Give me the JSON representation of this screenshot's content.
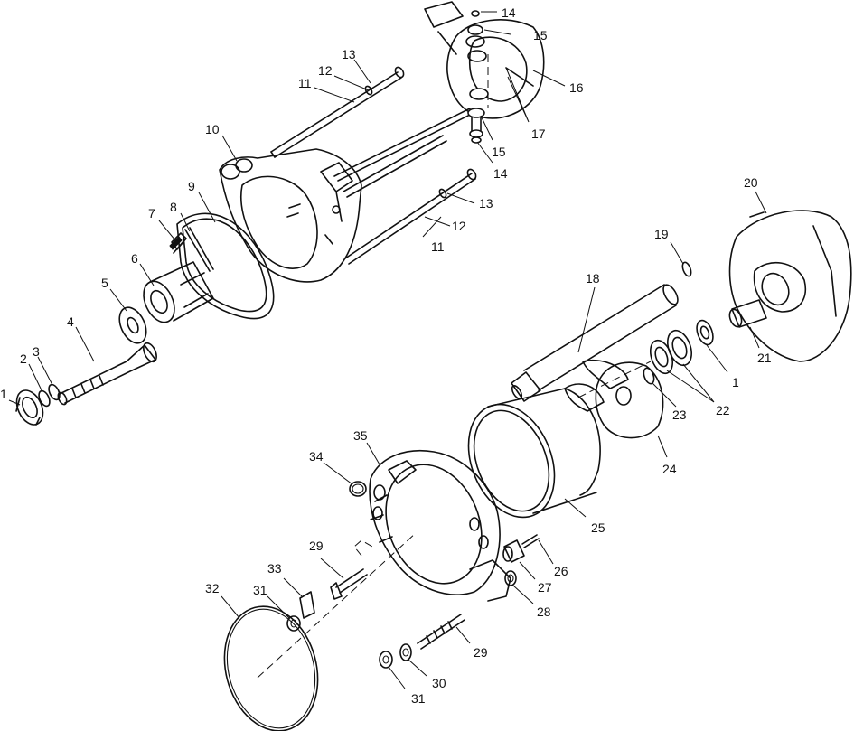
{
  "callouts": [
    {
      "id": "c1a",
      "label": "1"
    },
    {
      "id": "c2",
      "label": "2"
    },
    {
      "id": "c3",
      "label": "3"
    },
    {
      "id": "c4",
      "label": "4"
    },
    {
      "id": "c5",
      "label": "5"
    },
    {
      "id": "c6",
      "label": "6"
    },
    {
      "id": "c7",
      "label": "7"
    },
    {
      "id": "c8",
      "label": "8"
    },
    {
      "id": "c9",
      "label": "9"
    },
    {
      "id": "c10",
      "label": "10"
    },
    {
      "id": "c11a",
      "label": "11"
    },
    {
      "id": "c12a",
      "label": "12"
    },
    {
      "id": "c13a",
      "label": "13"
    },
    {
      "id": "c14a",
      "label": "14"
    },
    {
      "id": "c15a",
      "label": "15"
    },
    {
      "id": "c16",
      "label": "16"
    },
    {
      "id": "c17",
      "label": "17"
    },
    {
      "id": "c15b",
      "label": "15"
    },
    {
      "id": "c14b",
      "label": "14"
    },
    {
      "id": "c13b",
      "label": "13"
    },
    {
      "id": "c12b",
      "label": "12"
    },
    {
      "id": "c11b",
      "label": "11"
    },
    {
      "id": "c18",
      "label": "18"
    },
    {
      "id": "c19",
      "label": "19"
    },
    {
      "id": "c20",
      "label": "20"
    },
    {
      "id": "c21",
      "label": "21"
    },
    {
      "id": "c1b",
      "label": "1"
    },
    {
      "id": "c22",
      "label": "22"
    },
    {
      "id": "c23",
      "label": "23"
    },
    {
      "id": "c24",
      "label": "24"
    },
    {
      "id": "c25",
      "label": "25"
    },
    {
      "id": "c26",
      "label": "26"
    },
    {
      "id": "c27",
      "label": "27"
    },
    {
      "id": "c28",
      "label": "28"
    },
    {
      "id": "c29a",
      "label": "29"
    },
    {
      "id": "c29b",
      "label": "29"
    },
    {
      "id": "c30",
      "label": "30"
    },
    {
      "id": "c31a",
      "label": "31"
    },
    {
      "id": "c31b",
      "label": "31"
    },
    {
      "id": "c32",
      "label": "32"
    },
    {
      "id": "c33",
      "label": "33"
    },
    {
      "id": "c34",
      "label": "34"
    },
    {
      "id": "c35",
      "label": "35"
    }
  ]
}
